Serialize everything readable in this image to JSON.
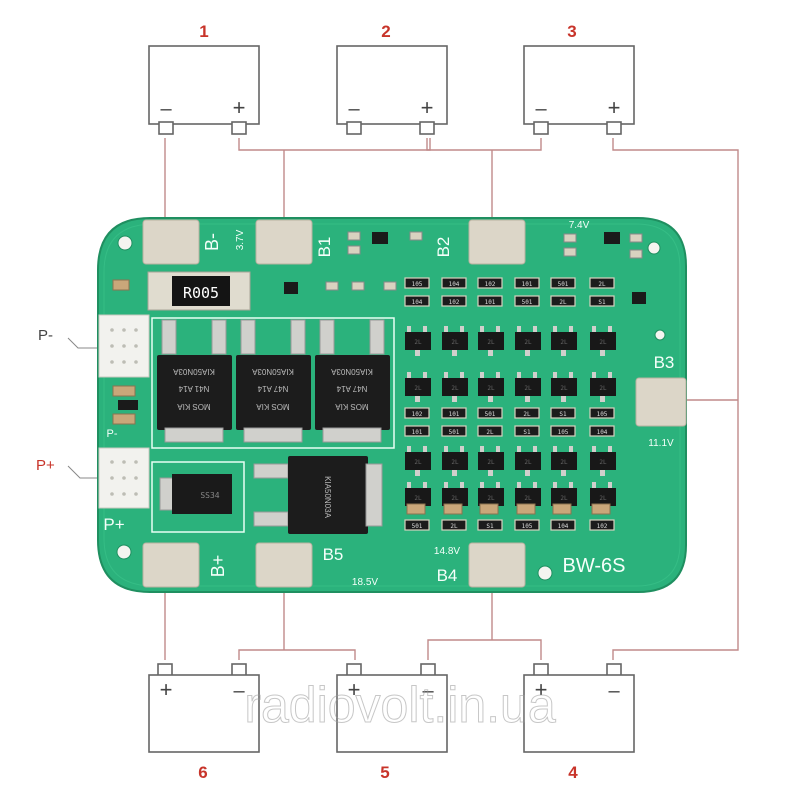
{
  "batteries": {
    "top": [
      {
        "number": "1",
        "minus": "–",
        "plus": "+"
      },
      {
        "number": "2",
        "minus": "–",
        "plus": "+"
      },
      {
        "number": "3",
        "minus": "–",
        "plus": "+"
      }
    ],
    "bottom": [
      {
        "number": "6",
        "plus": "+",
        "minus": "–"
      },
      {
        "number": "5",
        "plus": "+",
        "minus": "–"
      },
      {
        "number": "4",
        "plus": "+",
        "minus": "–"
      }
    ]
  },
  "board": {
    "model": "BW-6S",
    "resistor_code": "R005",
    "pads": {
      "b_minus": "B-",
      "b1": "B1",
      "b2": "B2",
      "b3": "B3",
      "b4": "B4",
      "b5": "B5",
      "b_plus": "B+",
      "p_minus_board": "P-",
      "p_plus_board": "P+"
    },
    "voltages": {
      "v37": "3.7V",
      "v74": "7.4V",
      "v111": "11.1V",
      "v148": "14.8V",
      "v185": "18.5V"
    },
    "mosfet_text": {
      "line1": "KIA50N03A",
      "line2": "N47  A14",
      "line3": "MOS  KIA",
      "line4": "N41  A14"
    },
    "diode_code": "SS34",
    "smd_codes": [
      "105",
      "104",
      "102",
      "101",
      "501",
      "2L",
      "S1"
    ]
  },
  "external_labels": {
    "p_minus": "P-",
    "p_plus": "P+"
  },
  "watermark": "radiovolt.in.ua",
  "colors": {
    "pcb": "#27b07a",
    "pcb_dark": "#1e9466",
    "pad": "#d9d4c6",
    "wire": "#c07070",
    "battery_stroke": "#555555",
    "number_red": "#c8342a"
  }
}
